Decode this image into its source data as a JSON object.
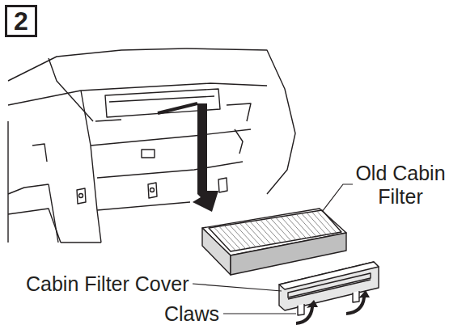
{
  "diagram": {
    "nodes": [
      {
        "text": [
          "2"
        ]
      }
    ],
    "labels": [
      "Old Cabin Filter",
      "Cabin Filter Cover",
      "Claws"
    ]
  }
}
